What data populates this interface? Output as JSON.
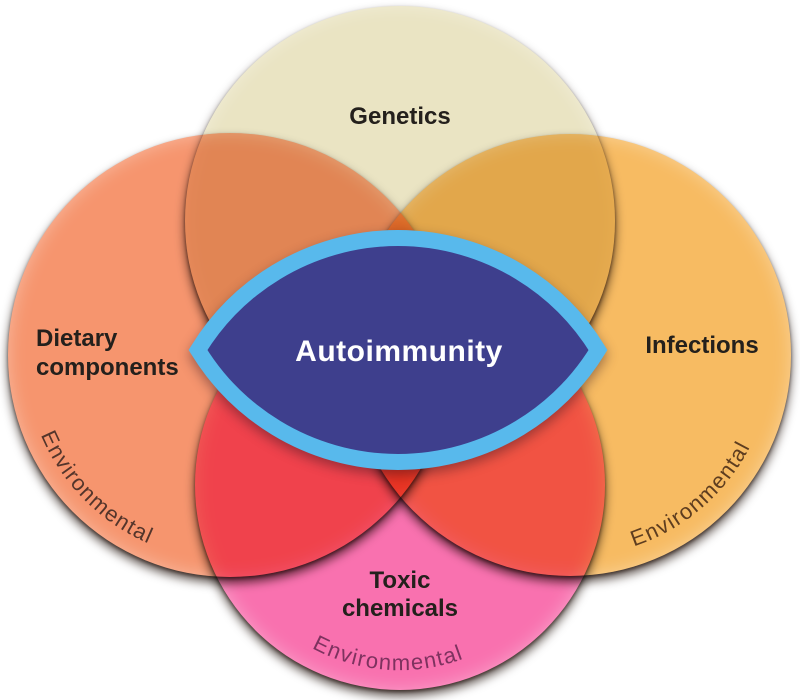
{
  "diagram": {
    "background": "#FFFFFF",
    "center": {
      "label": "Autoimmunity",
      "fill": "#3E3F8D",
      "border": "#58B9EC",
      "text_color": "#FFFFFF"
    },
    "circles": [
      {
        "name": "genetics",
        "label": "Genetics",
        "color": "#EAE4C3",
        "label_color": "#24201C"
      },
      {
        "name": "dietary",
        "label": "Dietary components",
        "color": "#F6956E",
        "label_color": "#24201C",
        "category": "Environmental",
        "category_color": "#54352B"
      },
      {
        "name": "infections",
        "label": "Infections",
        "color": "#F7BB62",
        "label_color": "#24201C",
        "category": "Environmental",
        "category_color": "#5E3D1F"
      },
      {
        "name": "toxic",
        "label": "Toxic chemicals",
        "color": "#F971AF",
        "label_color": "#24201C",
        "category": "Environmental",
        "category_color": "#7E325F"
      }
    ]
  }
}
